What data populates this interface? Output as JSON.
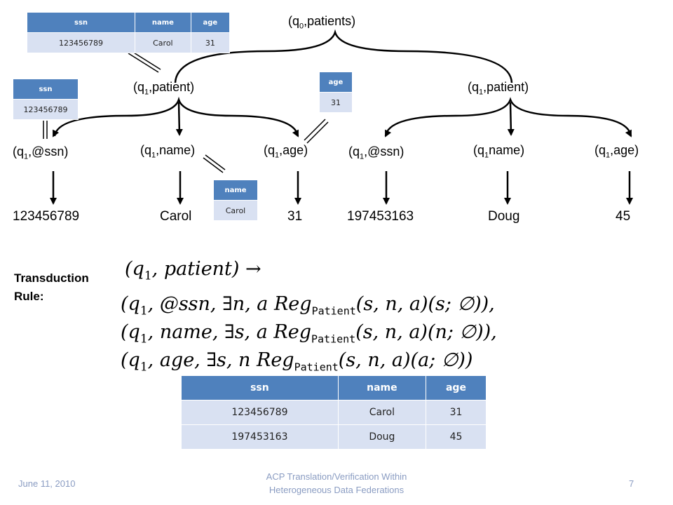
{
  "tree": {
    "root": "(q0,patients)",
    "patients": [
      "(q1,patient)",
      "(q1,patient)"
    ],
    "fields_left": [
      "(q1,@ssn)",
      "(q1,name)",
      "(q1,age)"
    ],
    "fields_right": [
      "(q1,@ssn)",
      "(q1name)",
      "(q1,age)"
    ],
    "values_left": [
      "123456789",
      "Carol",
      "31"
    ],
    "values_right": [
      "197453163",
      "Doug",
      "45"
    ]
  },
  "mini_tables": {
    "top": {
      "headers": [
        "ssn",
        "name",
        "age"
      ],
      "row": [
        "123456789",
        "Carol",
        "31"
      ]
    },
    "ssn": {
      "header": "ssn",
      "value": "123456789"
    },
    "age": {
      "header": "age",
      "value": "31"
    },
    "name": {
      "header": "name",
      "value": "Carol"
    }
  },
  "transduction": {
    "label_line1": "Transduction",
    "label_line2": "Rule:",
    "rule_lines": [
      "(q1, patient) →",
      "(q1, @ssn, ∃n, a Reg_Patient(s, n, a)(s; ∅)),",
      "(q1, name, ∃s, a Reg_Patient(s, n, a)(n; ∅)),",
      "(q1, age, ∃s, n Reg_Patient(s, n, a)(a; ∅))"
    ]
  },
  "result_table": {
    "headers": [
      "ssn",
      "name",
      "age"
    ],
    "rows": [
      [
        "123456789",
        "Carol",
        "31"
      ],
      [
        "197453163",
        "Doug",
        "45"
      ]
    ]
  },
  "footer": {
    "date": "June 11, 2010",
    "title_line1": "ACP Translation/Verification Within",
    "title_line2": "Heterogeneous Data Federations",
    "page": "7"
  }
}
